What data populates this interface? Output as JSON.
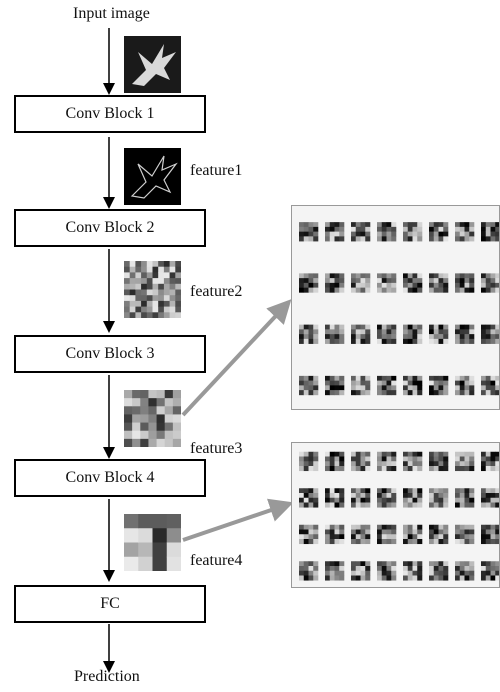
{
  "diagram": {
    "input_label": "Input image",
    "output_label": "Prediction",
    "blocks": [
      "Conv Block 1",
      "Conv Block 2",
      "Conv Block 3",
      "Conv Block 4",
      "FC"
    ],
    "features": [
      "feature1",
      "feature2",
      "feature3",
      "feature4"
    ]
  }
}
